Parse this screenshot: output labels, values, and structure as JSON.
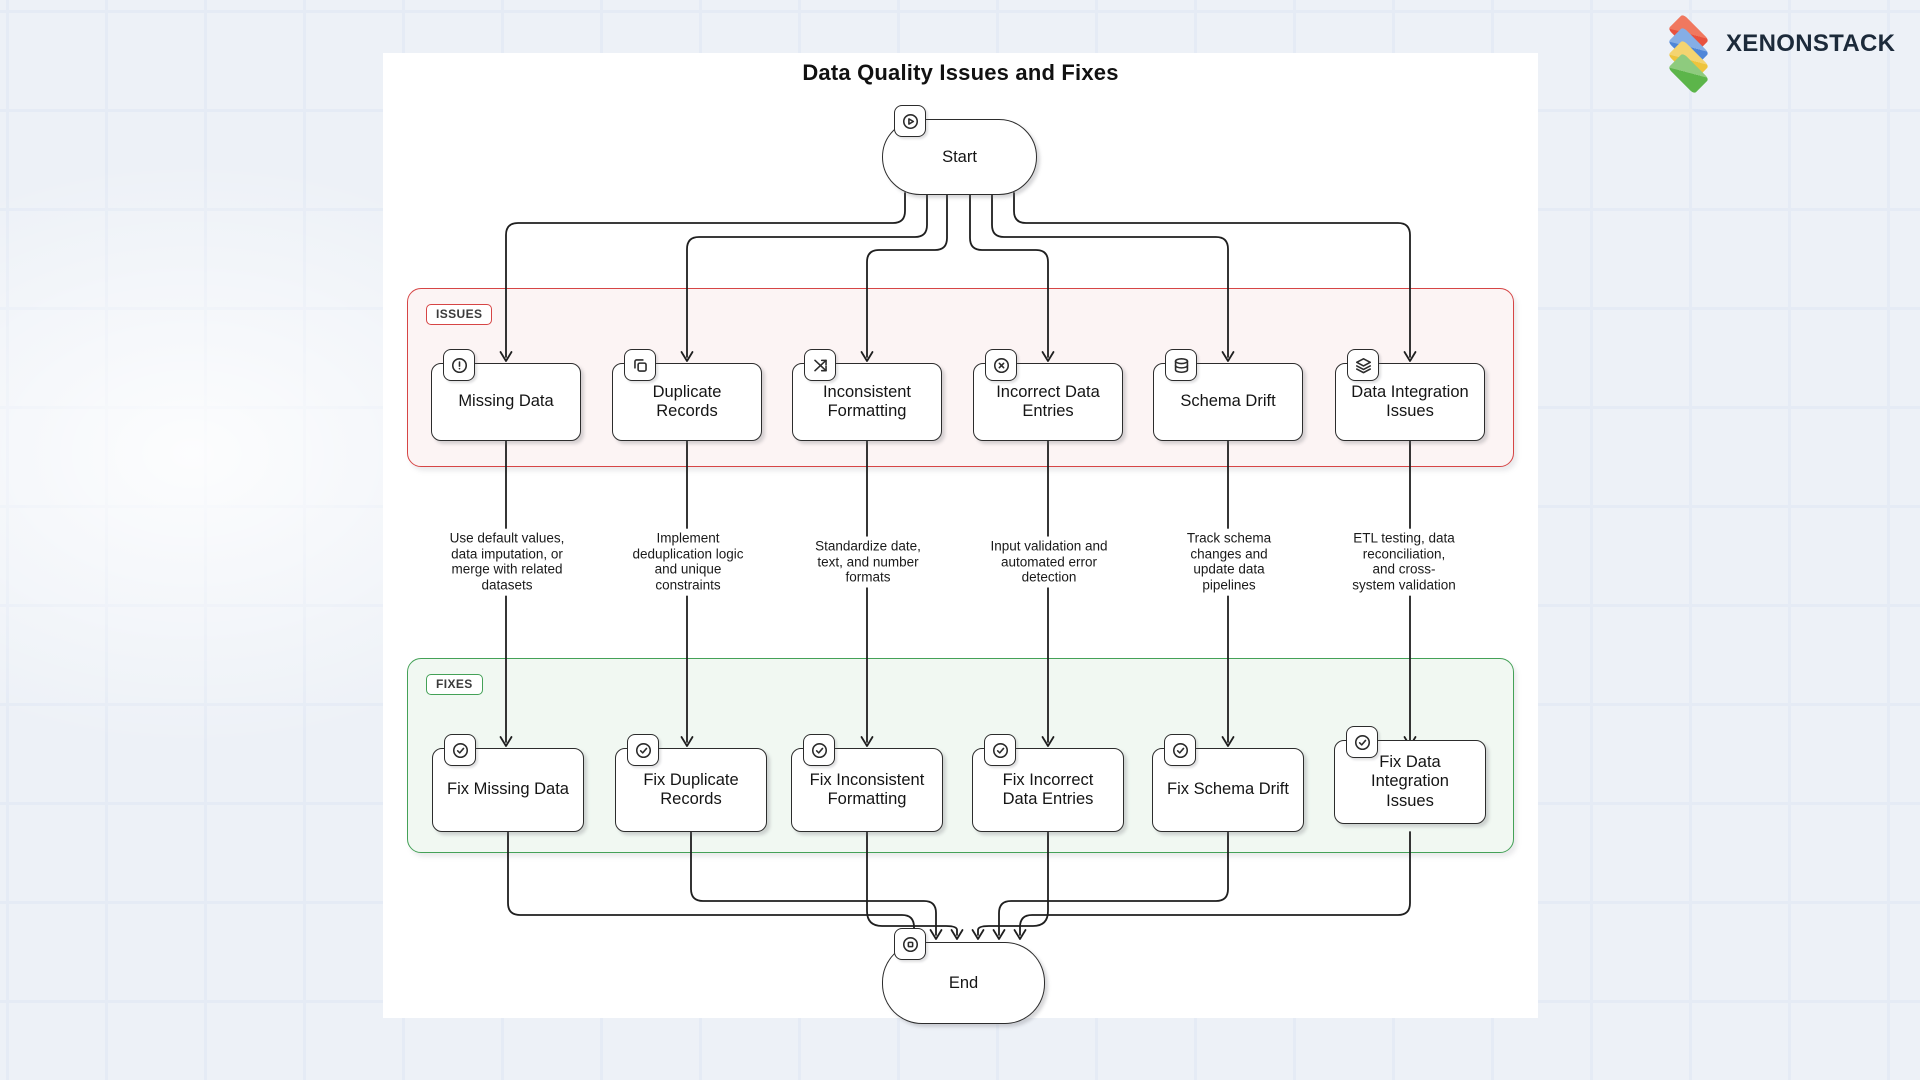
{
  "brand": {
    "name": "XENONSTACK",
    "logo_icon": "layer-stack-logo-icon",
    "logo_layer_colors": [
      "#e8523f",
      "#4f86d8",
      "#eec43d",
      "#5cb54a"
    ],
    "text_color": "#1c2a3a"
  },
  "diagram": {
    "title": "Data Quality Issues and Fixes",
    "start": {
      "label": "Start",
      "icon": "play-circle-icon"
    },
    "end": {
      "label": "End",
      "icon": "stop-circle-icon"
    },
    "sections": {
      "issues": {
        "label": "ISSUES",
        "accent": "#d64545",
        "background": "#fcf4f4"
      },
      "fixes": {
        "label": "FIXES",
        "accent": "#44a157",
        "background": "#f1f8f2"
      }
    },
    "columns": [
      {
        "issue": "Missing Data",
        "issue_icon": "alert-circle-icon",
        "remedy": "Use default values, data imputation, or merge with related datasets",
        "fix": "Fix Missing Data",
        "fix_icon": "check-circle-icon"
      },
      {
        "issue": "Duplicate Records",
        "issue_icon": "copy-icon",
        "remedy": "Implement deduplication logic and unique constraints",
        "fix": "Fix Duplicate Records",
        "fix_icon": "check-circle-icon"
      },
      {
        "issue": "Inconsistent Formatting",
        "issue_icon": "shuffle-icon",
        "remedy": "Standardize date, text, and number formats",
        "fix": "Fix Inconsistent Formatting",
        "fix_icon": "check-circle-icon"
      },
      {
        "issue": "Incorrect Data Entries",
        "issue_icon": "x-circle-icon",
        "remedy": "Input validation and automated error detection",
        "fix": "Fix Incorrect Data Entries",
        "fix_icon": "check-circle-icon"
      },
      {
        "issue": "Schema Drift",
        "issue_icon": "database-icon",
        "remedy": "Track schema changes and update data pipelines",
        "fix": "Fix Schema Drift",
        "fix_icon": "check-circle-icon"
      },
      {
        "issue": "Data Integration Issues",
        "issue_icon": "layers-icon",
        "remedy": "ETL testing, data reconciliation, and cross-system validation",
        "fix": "Fix Data Integration Issues",
        "fix_icon": "check-circle-icon"
      }
    ]
  }
}
